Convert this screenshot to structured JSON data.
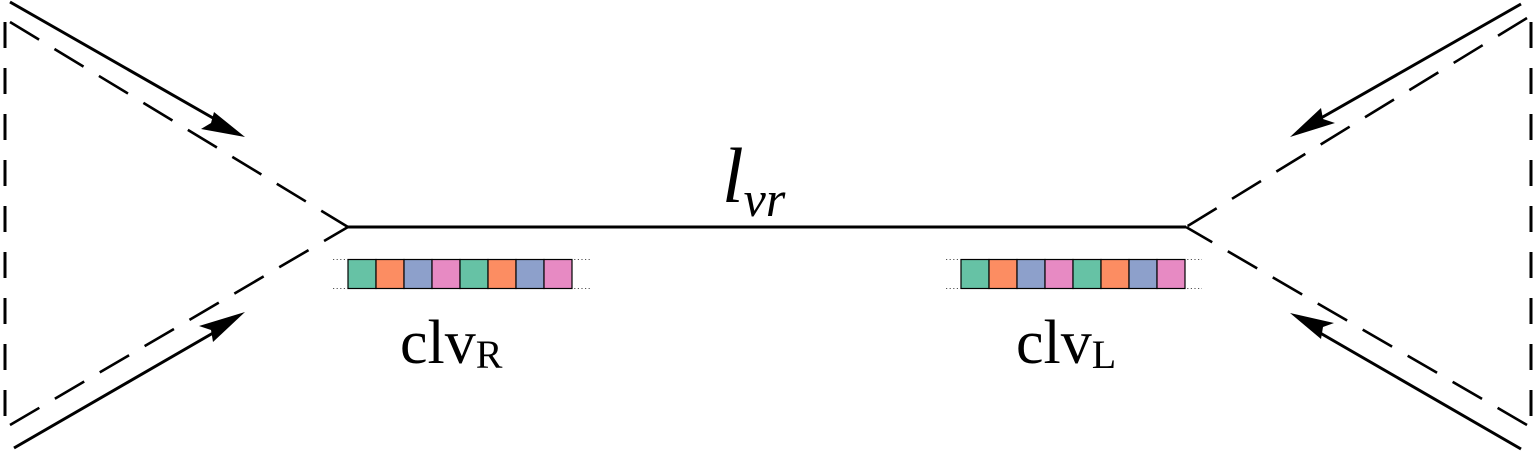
{
  "branch_label": {
    "main": "l",
    "sub": "vr"
  },
  "left_vector": {
    "main": "clv",
    "sub": "R"
  },
  "right_vector": {
    "main": "clv",
    "sub": "L"
  },
  "colors": {
    "line": "#000000",
    "cell_palette": [
      "#66c2a5",
      "#fc8d62",
      "#8da0cb",
      "#e78ac3"
    ]
  },
  "vectors": {
    "left_cells": [
      "#66c2a5",
      "#fc8d62",
      "#8da0cb",
      "#e78ac3",
      "#66c2a5",
      "#fc8d62",
      "#8da0cb",
      "#e78ac3"
    ],
    "right_cells": [
      "#66c2a5",
      "#fc8d62",
      "#8da0cb",
      "#e78ac3",
      "#66c2a5",
      "#fc8d62",
      "#8da0cb",
      "#e78ac3"
    ]
  }
}
